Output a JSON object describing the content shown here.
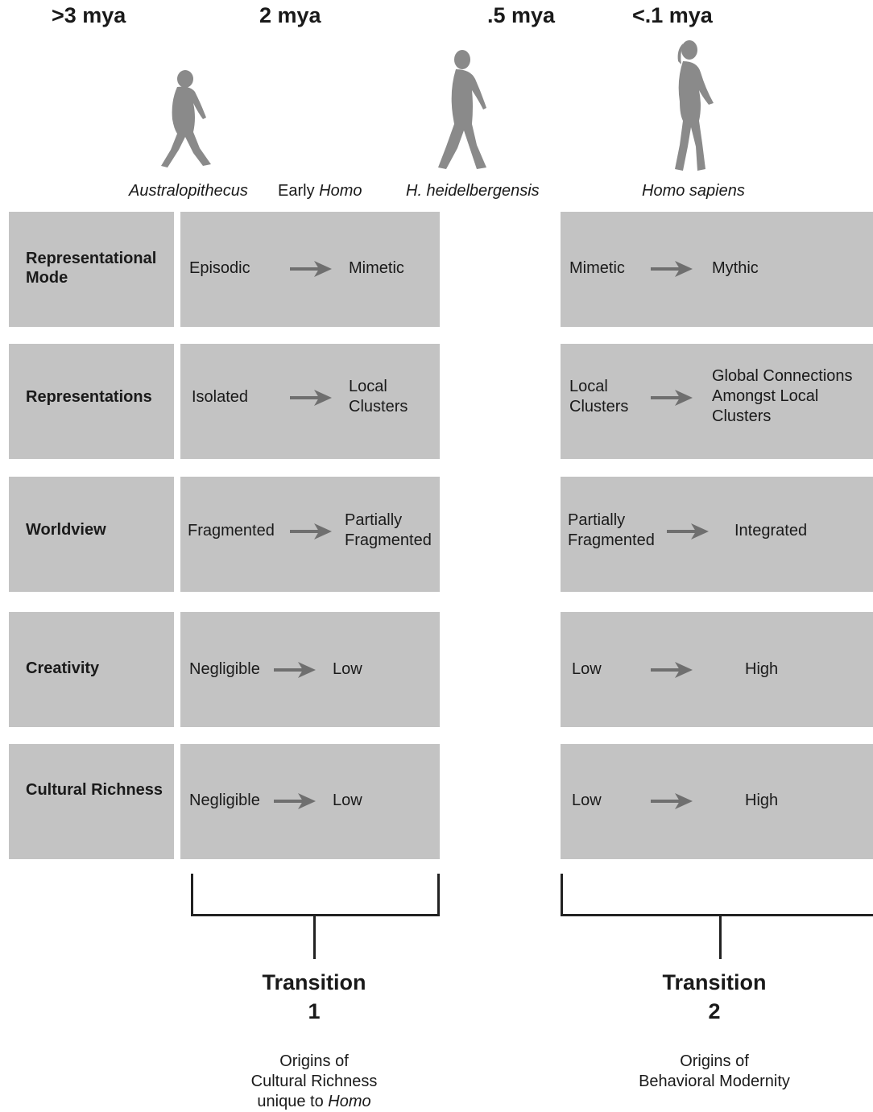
{
  "timeline": {
    "era1": ">3 mya",
    "era2": "2 mya",
    "era3": ".5 mya",
    "era4": "<.1 mya"
  },
  "species": {
    "s1": "Australopithecus",
    "s2_prefix": "Early ",
    "s2_italic": "Homo",
    "s3": "H. heidelbergensis",
    "s4": "Homo sapiens"
  },
  "rows": [
    {
      "label": "Representational Mode",
      "t1_from": "Episodic",
      "t1_to": "Mimetic",
      "t2_from": "Mimetic",
      "t2_to": "Mythic"
    },
    {
      "label": "Representations",
      "t1_from": "Isolated",
      "t1_to": "Local Clusters",
      "t2_from": "Local Clusters",
      "t2_to": "Global Connections Amongst Local Clusters"
    },
    {
      "label": "Worldview",
      "t1_from": "Fragmented",
      "t1_to": "Partially Fragmented",
      "t2_from": "Partially Fragmented",
      "t2_to": "Integrated"
    },
    {
      "label": "Creativity",
      "t1_from": "Negligible",
      "t1_to": "Low",
      "t2_from": "Low",
      "t2_to": "High"
    },
    {
      "label": "Cultural Richness",
      "t1_from": "Negligible",
      "t1_to": "Low",
      "t2_from": "Low",
      "t2_to": "High"
    }
  ],
  "transitions": [
    {
      "title": "Transition",
      "number": "1",
      "desc_line1": "Origins of",
      "desc_line2": "Cultural Richness",
      "desc_line3_prefix": "unique to ",
      "desc_line3_italic": "Homo"
    },
    {
      "title": "Transition",
      "number": "2",
      "desc_line1": "Origins of",
      "desc_line2": "Behavioral Modernity"
    }
  ],
  "colors": {
    "box": "#c3c3c3",
    "arrow": "#6f6f6f",
    "figure": "#8a8a8a",
    "line": "#222222"
  }
}
